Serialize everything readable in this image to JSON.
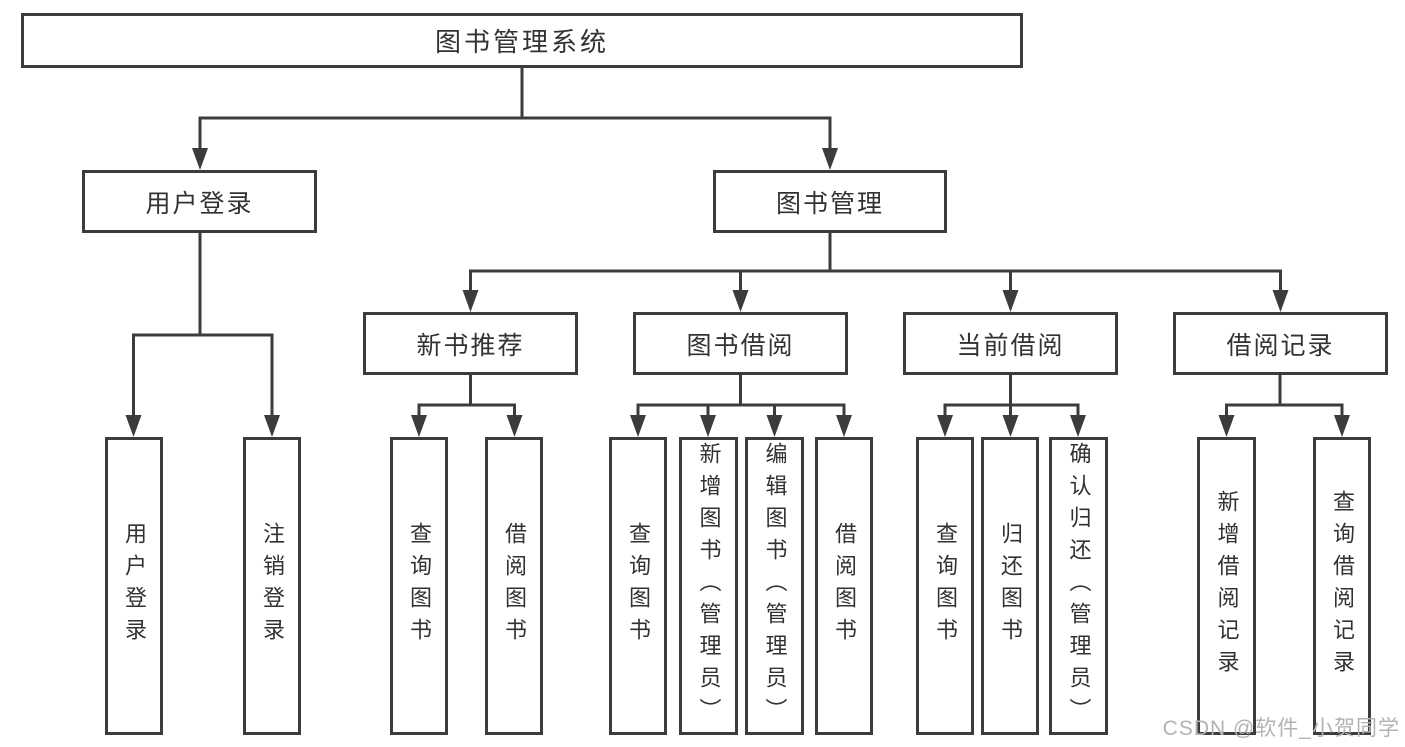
{
  "diagram": {
    "root": {
      "label": "图书管理系统"
    },
    "level2": [
      {
        "label": "用户登录"
      },
      {
        "label": "图书管理"
      }
    ],
    "level3": [
      {
        "label": "新书推荐"
      },
      {
        "label": "图书借阅"
      },
      {
        "label": "当前借阅"
      },
      {
        "label": "借阅记录"
      }
    ],
    "leaves": {
      "user_login": [
        "用户登录",
        "注销登录"
      ],
      "new_book_recommend": [
        "查询图书",
        "借阅图书"
      ],
      "book_borrowing": [
        "查询图书",
        "新增图书（管理员）",
        "编辑图书（管理员）",
        "借阅图书"
      ],
      "current_borrowing": [
        "查询图书",
        "归还图书",
        "确认归还（管理员）"
      ],
      "borrowing_records": [
        "新增借阅记录",
        "查询借阅记录"
      ]
    }
  },
  "watermark": {
    "text": "CSDN @软件_小贺同学"
  },
  "colors": {
    "line": "#3c3c3c",
    "box_border": "#3c3c3c",
    "text": "#323232",
    "background": "#ffffff",
    "watermark": "#b3b3b3"
  }
}
